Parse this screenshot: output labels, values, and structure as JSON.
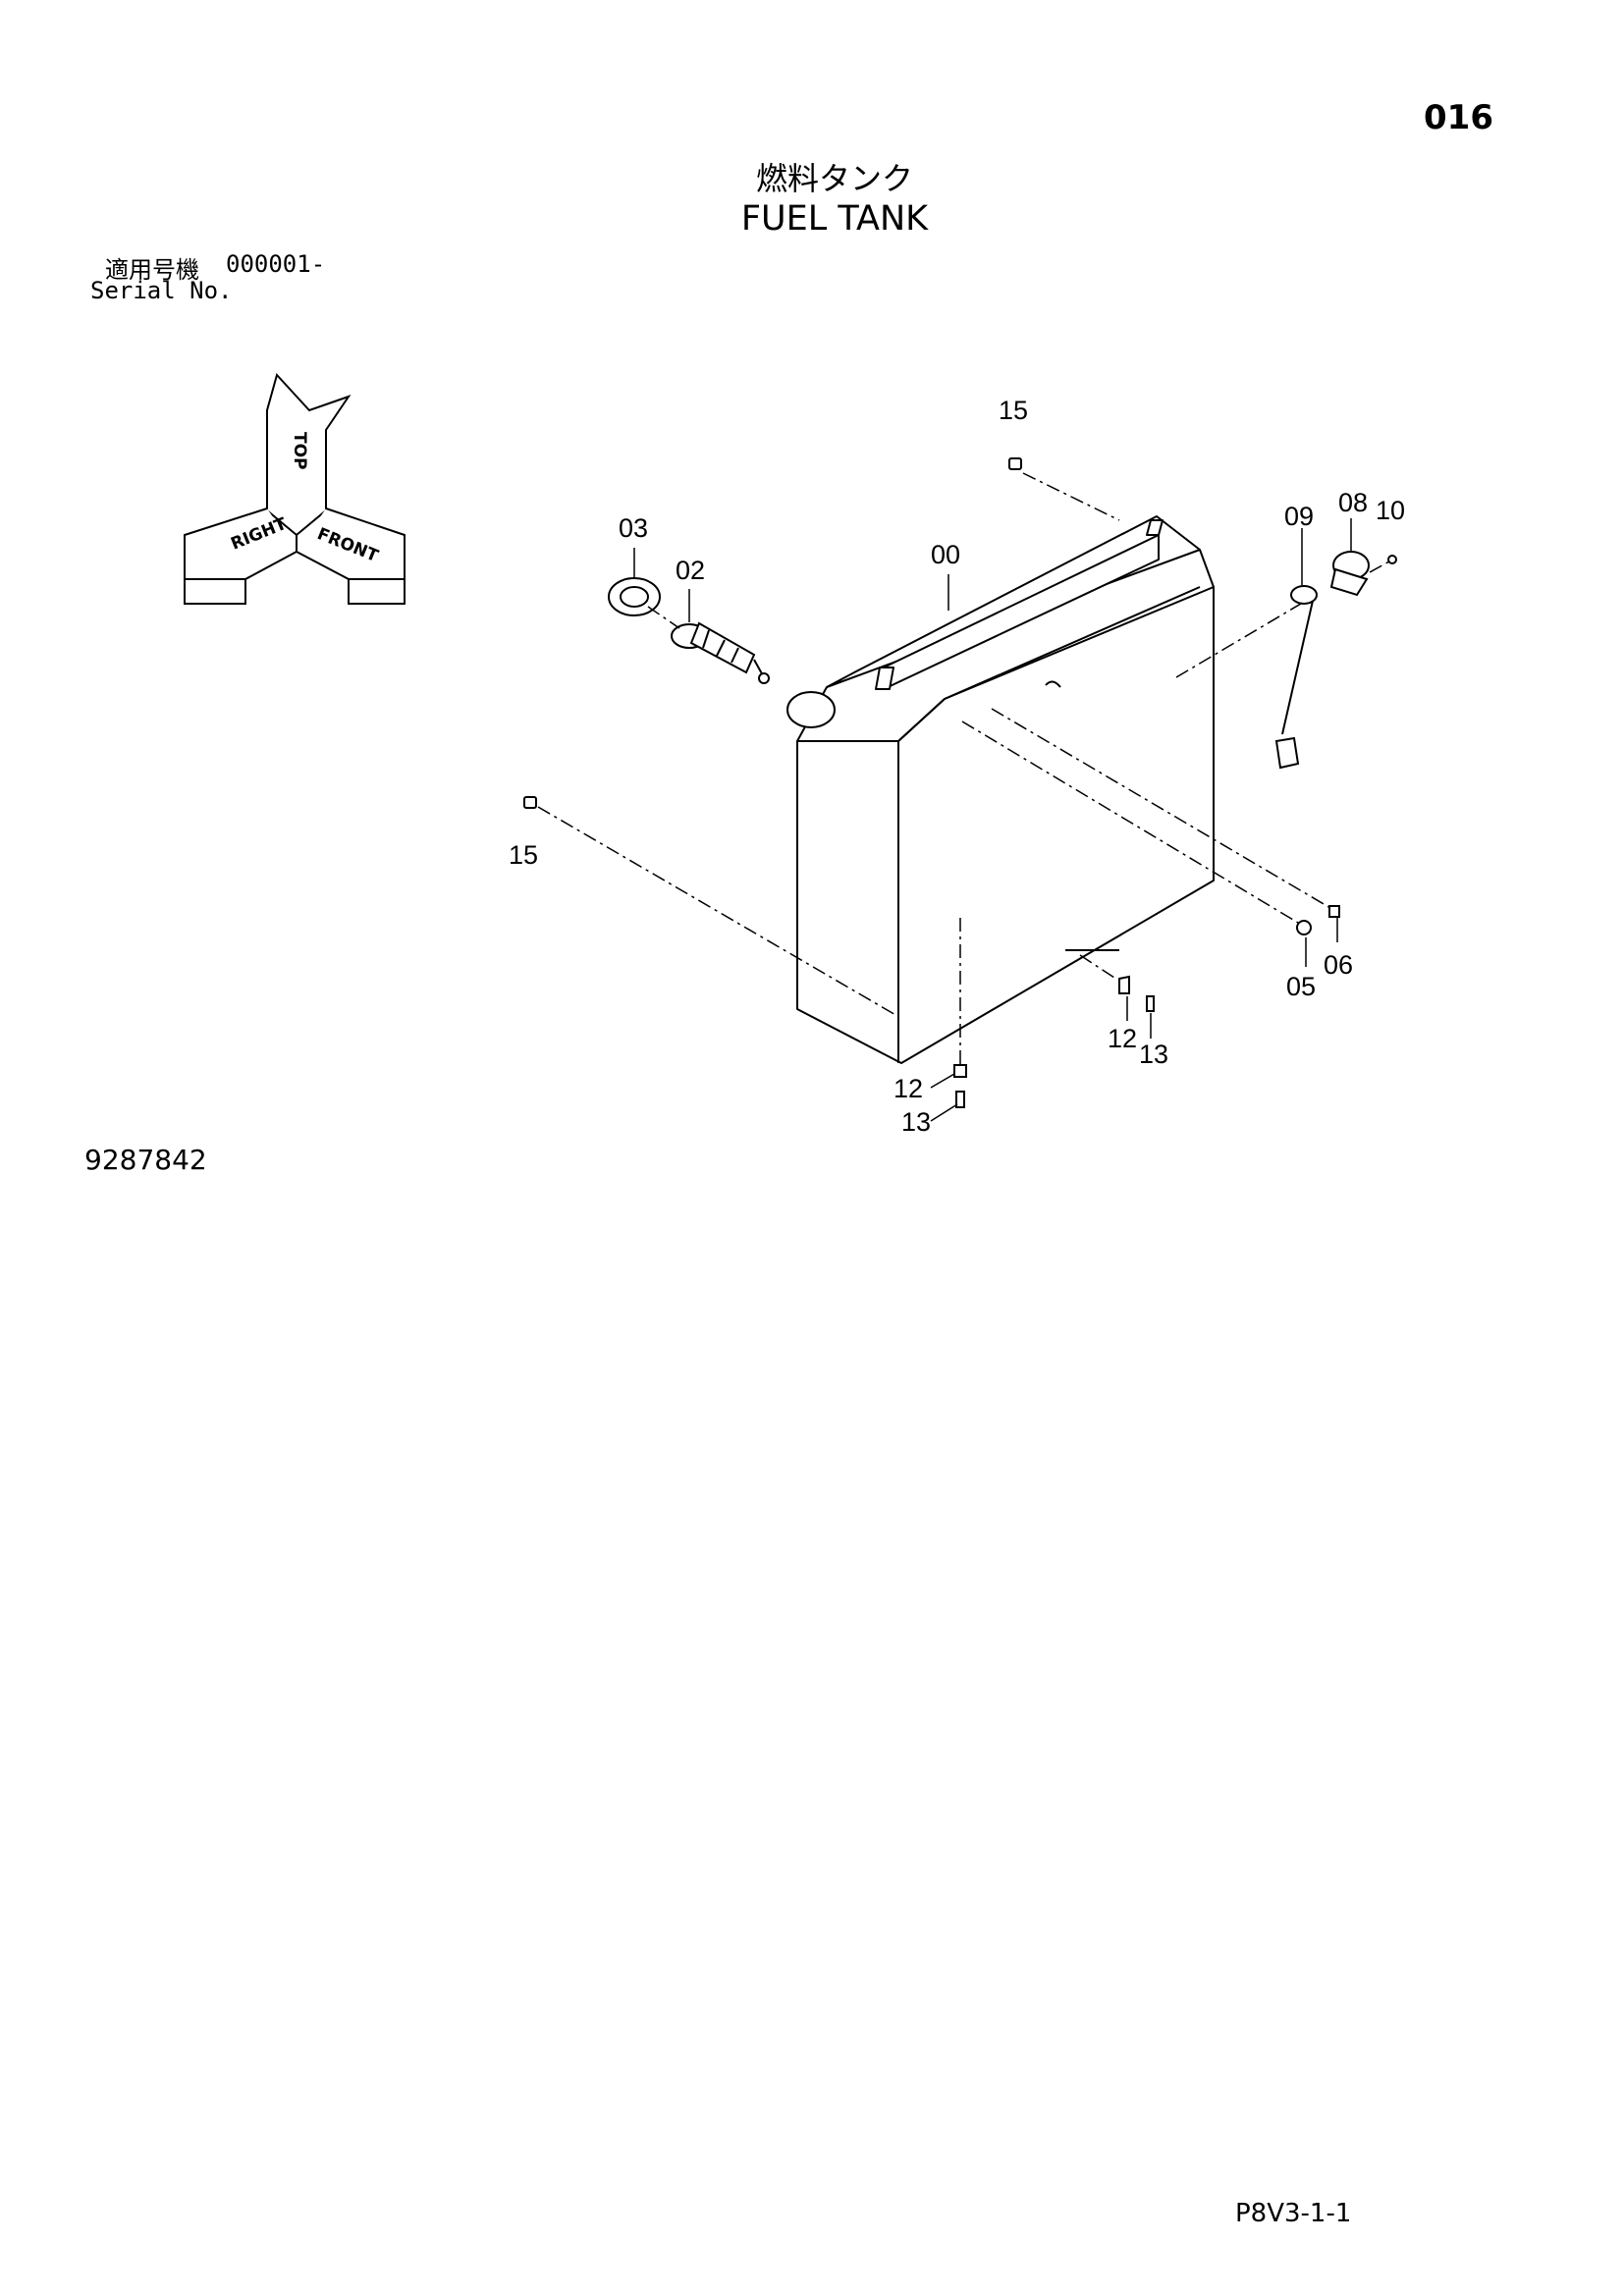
{
  "header": {
    "page_number": "016",
    "title_jp": "燃料タンク",
    "title_en": "FUEL TANK"
  },
  "serial": {
    "label_jp": "適用号機",
    "value": "000001-",
    "label_en": "Serial No."
  },
  "orientation": {
    "top": "TOP",
    "right": "RIGHT",
    "front": "FRONT"
  },
  "callouts": {
    "c00": "00",
    "c02": "02",
    "c03": "03",
    "c05": "05",
    "c06": "06",
    "c08": "08",
    "c09": "09",
    "c10": "10",
    "c12a": "12",
    "c13a": "13",
    "c12b": "12",
    "c13b": "13",
    "c15a": "15",
    "c15b": "15"
  },
  "footer": {
    "drawing_number": "9287842",
    "reference_code": "P8V3-1-1"
  }
}
